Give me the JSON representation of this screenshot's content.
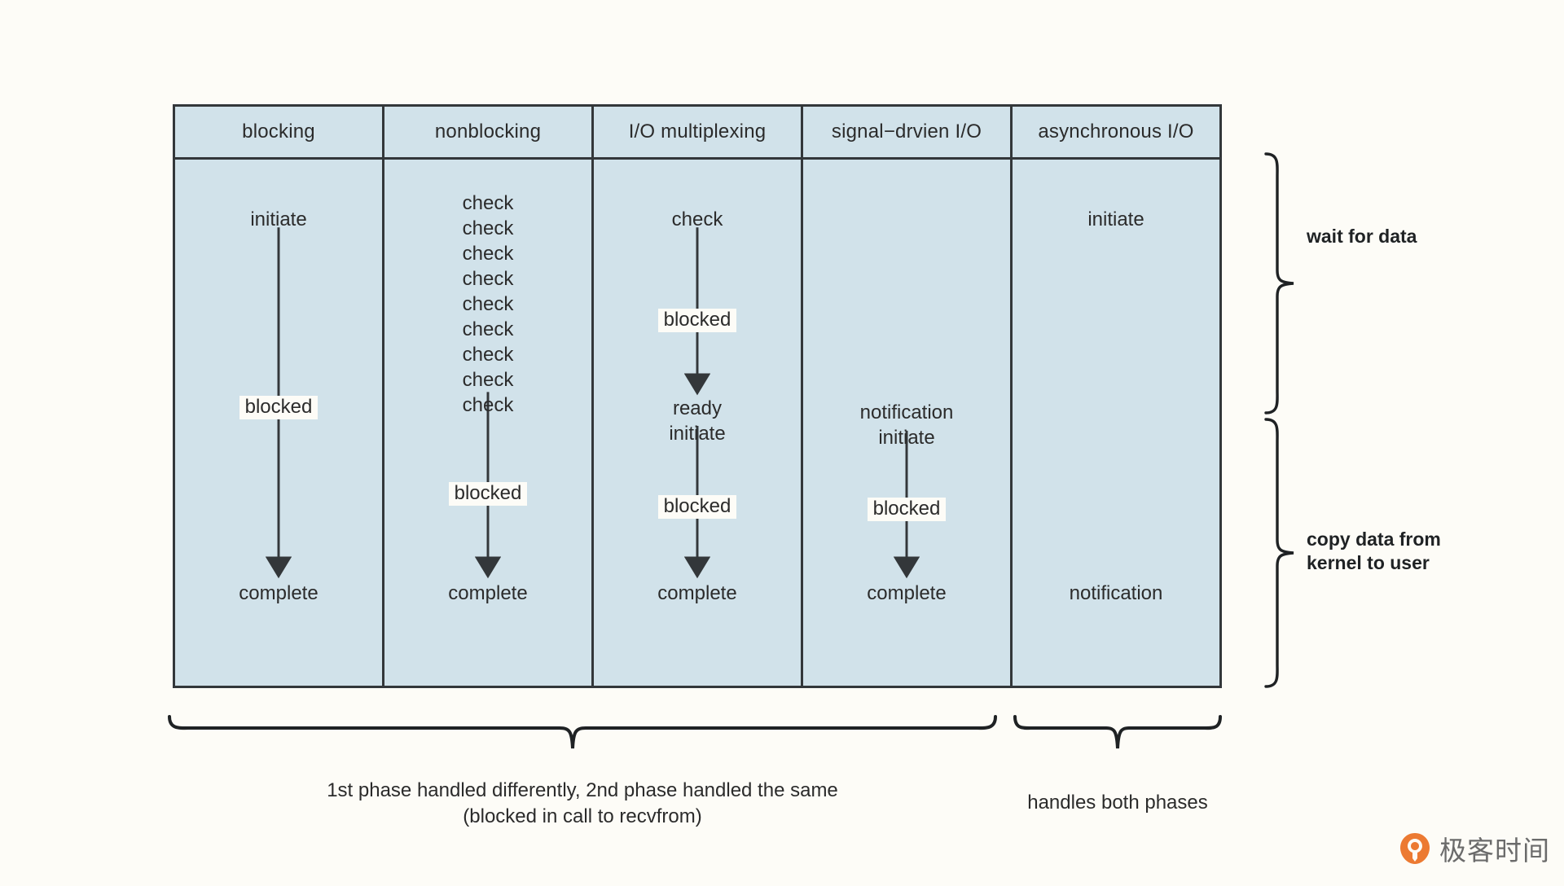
{
  "figure": {
    "background_color": "#fdfcf7",
    "cell_fill": "#d1e2ea",
    "line_color": "#33373a"
  },
  "table": {
    "columns": [
      {
        "header": "blocking",
        "steps": [
          "initiate",
          "blocked",
          "complete"
        ]
      },
      {
        "header": "nonblocking",
        "steps": [
          "check",
          "check",
          "check",
          "check",
          "check",
          "check",
          "check",
          "check",
          "check",
          "blocked",
          "complete"
        ]
      },
      {
        "header": "I/O multiplexing",
        "steps": [
          "check",
          "blocked",
          "ready",
          "initiate",
          "blocked",
          "complete"
        ]
      },
      {
        "header": "signal−drvien I/O",
        "steps": [
          "notification",
          "initiate",
          "blocked",
          "complete"
        ]
      },
      {
        "header": "asynchronous I/O",
        "steps": [
          "initiate",
          "notification"
        ]
      }
    ],
    "labels": {
      "initiate": "initiate",
      "blocked": "blocked",
      "complete": "complete",
      "check": "check",
      "ready": "ready",
      "notification": "notification"
    }
  },
  "right_braces": [
    {
      "label": "wait for data"
    },
    {
      "label": "copy data from\nkernel to user"
    }
  ],
  "bottom_braces": [
    {
      "caption": "1st phase handled differently,  2nd phase handled the same\n(blocked in call to recvfrom)"
    },
    {
      "caption": "handles both phases"
    }
  ],
  "watermark": {
    "text": "极客时间",
    "mark_color": "#ec7a32"
  }
}
